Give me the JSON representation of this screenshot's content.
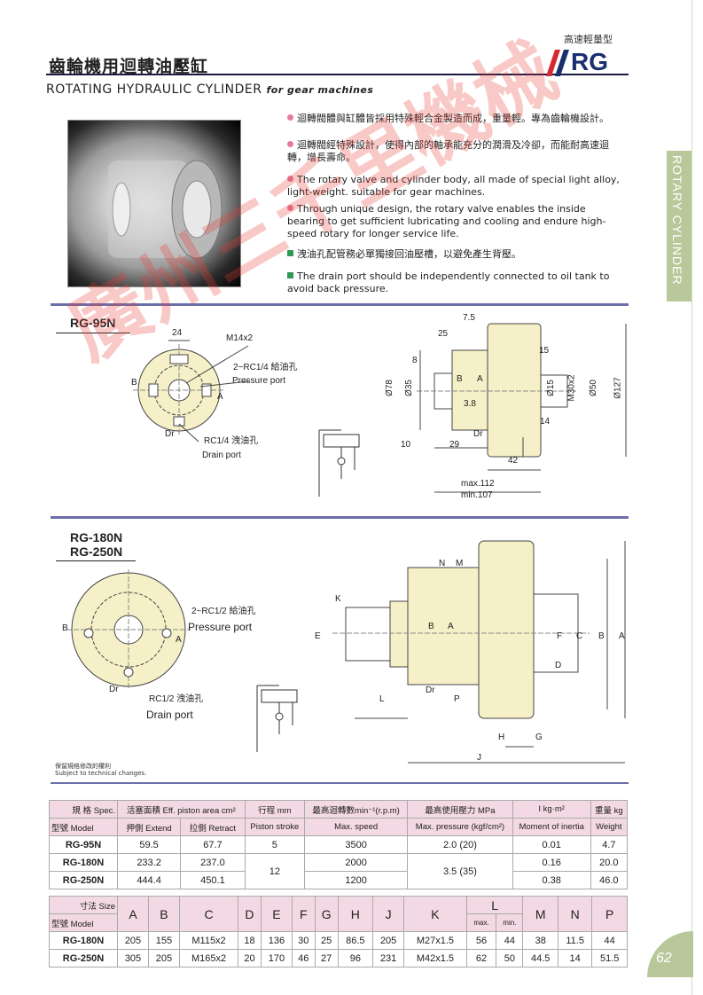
{
  "header": {
    "series_label": "高速輕量型",
    "logo": "RG",
    "title_cn": "齒輪機用迴轉油壓缸",
    "title_en": "ROTATING HYDRAULIC CYLINDER",
    "title_en_sub": "for gear machines"
  },
  "side_tab": "ROTARY CYLINDER",
  "features": {
    "cn1": "迴轉閥體與缸體皆採用特殊輕合金製造而成，重量輕。專為齒輪機設計。",
    "cn2": "迴轉閥經特殊設計，使得內部的軸承能充分的潤滑及冷卻，而能耐高速迴轉，增長壽命。",
    "en1": "The rotary valve and cylinder body, all made of special light alloy, light-weight. suitable for gear machines.",
    "en2": "Through unique design, the rotary valve enables the inside bearing to get sufficient lubricating and cooling and endure high-speed rotary for longer service life.",
    "cn3": "洩油孔配管務必單獨接回油壓槽，以避免產生背壓。",
    "en3": "The drain port should be independently connected to oil tank to avoid back pressure."
  },
  "rg95": {
    "title": "RG-95N",
    "dim_24": "24",
    "thread": "M14x2",
    "pressure_cn": "2~RC1/4 給油孔",
    "pressure_en": "Pressure port",
    "drain_cn": "RC1/4 洩油孔",
    "drain_en": "Drain port",
    "b": "B",
    "a": "A",
    "dr": "Dr",
    "d7_5": "7.5",
    "d25": "25",
    "d8": "8",
    "d15": "15",
    "d78": "Ø78",
    "d35": "Ø35",
    "d3_8": "3.8",
    "d15b": "Ø15",
    "m30": "M30x2",
    "d50": "Ø50",
    "d127": "Ø127",
    "d14": "14",
    "d10": "10",
    "d29": "29",
    "d42": "42",
    "max": "max.112",
    "min": "min.107"
  },
  "rg180": {
    "title1": "RG-180N",
    "title2": "RG-250N",
    "pressure_cn": "2~RC1/2 給油孔",
    "pressure_en": "Pressure port",
    "drain_cn": "RC1/2 洩油孔",
    "drain_en": "Drain port",
    "b": "B",
    "a": "A",
    "dr": "Dr",
    "n": "N",
    "m": "M",
    "k": "K",
    "e": "E",
    "f": "F",
    "c": "C",
    "bb": "B",
    "aa": "A",
    "d": "D",
    "l": "L",
    "p": "P",
    "h": "H",
    "g": "G",
    "j": "J"
  },
  "note": {
    "cn": "保留規格修改的權利",
    "en": "Subject to technical changes."
  },
  "spec_table": {
    "h_spec_cn": "規 格",
    "h_spec": "Spec.",
    "h_model_cn": "型號",
    "h_model": "Model",
    "h_area": "活塞面積  Eff. piston area  cm²",
    "h_extend": "押側  Extend",
    "h_retract": "拉側  Retract",
    "h_stroke_cn": "行程  mm",
    "h_stroke": "Piston stroke",
    "h_speed_cn": "最高迴轉數min⁻¹(r.p.m)",
    "h_speed": "Max. speed",
    "h_pressure_cn": "最高使用壓力 MPa",
    "h_pressure": "Max. pressure (kgf/cm²)",
    "h_inertia_cn": "I    kg·m²",
    "h_inertia": "Moment of inertia",
    "h_weight_cn": "重量   kg",
    "h_weight": "Weight",
    "rows": [
      {
        "model": "RG-95N",
        "extend": "59.5",
        "retract": "67.7",
        "stroke": "5",
        "speed": "3500",
        "pressure": "2.0 (20)",
        "inertia": "0.01",
        "weight": "4.7"
      },
      {
        "model": "RG-180N",
        "extend": "233.2",
        "retract": "237.0",
        "stroke": "12",
        "speed": "2000",
        "pressure": "3.5 (35)",
        "inertia": "0.16",
        "weight": "20.0"
      },
      {
        "model": "RG-250N",
        "extend": "444.4",
        "retract": "450.1",
        "stroke": "",
        "speed": "1200",
        "pressure": "",
        "inertia": "0.38",
        "weight": "46.0"
      }
    ]
  },
  "dim_table": {
    "h_size_cn": "寸法",
    "h_size": "Size",
    "h_model_cn": "型號",
    "h_model": "Model",
    "cols": [
      "A",
      "B",
      "C",
      "D",
      "E",
      "F",
      "G",
      "H",
      "J",
      "K",
      "L",
      "M",
      "N",
      "P"
    ],
    "l_max": "max.",
    "l_min": "min.",
    "rows": [
      {
        "model": "RG-180N",
        "v": [
          "205",
          "155",
          "M115x2",
          "18",
          "136",
          "30",
          "25",
          "86.5",
          "205",
          "M27x1.5",
          "56",
          "44",
          "38",
          "11.5",
          "44"
        ]
      },
      {
        "model": "RG-250N",
        "v": [
          "305",
          "205",
          "M165x2",
          "20",
          "170",
          "46",
          "27",
          "96",
          "231",
          "M42x1.5",
          "62",
          "50",
          "44.5",
          "14",
          "51.5"
        ]
      }
    ]
  },
  "page_number": "62",
  "watermark": "廣州三千里機械"
}
